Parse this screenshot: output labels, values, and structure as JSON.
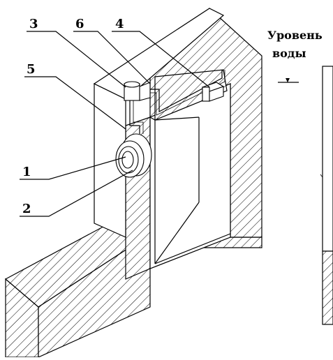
{
  "labels": {
    "part_1": "1",
    "part_2": "2",
    "part_3": "3",
    "part_4": "4",
    "part_5": "5",
    "part_6": "6",
    "water_level_line1": "Уровень",
    "water_level_line2": "воды"
  },
  "colors": {
    "line": "#000000",
    "background": "#ffffff"
  }
}
